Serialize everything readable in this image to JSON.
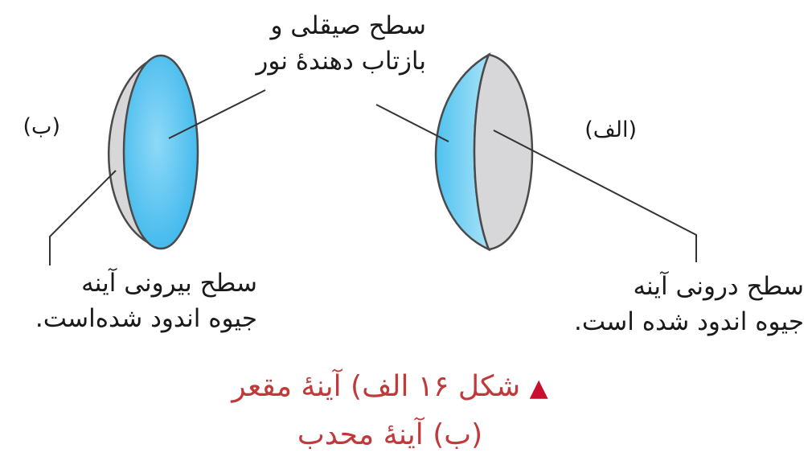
{
  "figure": {
    "top_label": [
      "سطح صیقلی و",
      "بازتاب دهندهٔ نور"
    ],
    "tag_a": "(الف)",
    "tag_b": "(ب)",
    "label_a": [
      "سطح درونی آینه",
      "جیوه اندود شده است."
    ],
    "label_b": [
      "سطح بیرونی آینه",
      "جیوه اندود شده‌است."
    ],
    "caption": [
      "شکل ۱۶ الف) آینهٔ مقعر",
      "(ب) آینهٔ محدب"
    ],
    "caption_marker": "▲",
    "colors": {
      "mirror_blue": "#4fc2ef",
      "mirror_gray": "#d7d7d9",
      "outline": "#4a4a4a",
      "caption": "#c0393b",
      "marker": "#c8102e"
    }
  }
}
